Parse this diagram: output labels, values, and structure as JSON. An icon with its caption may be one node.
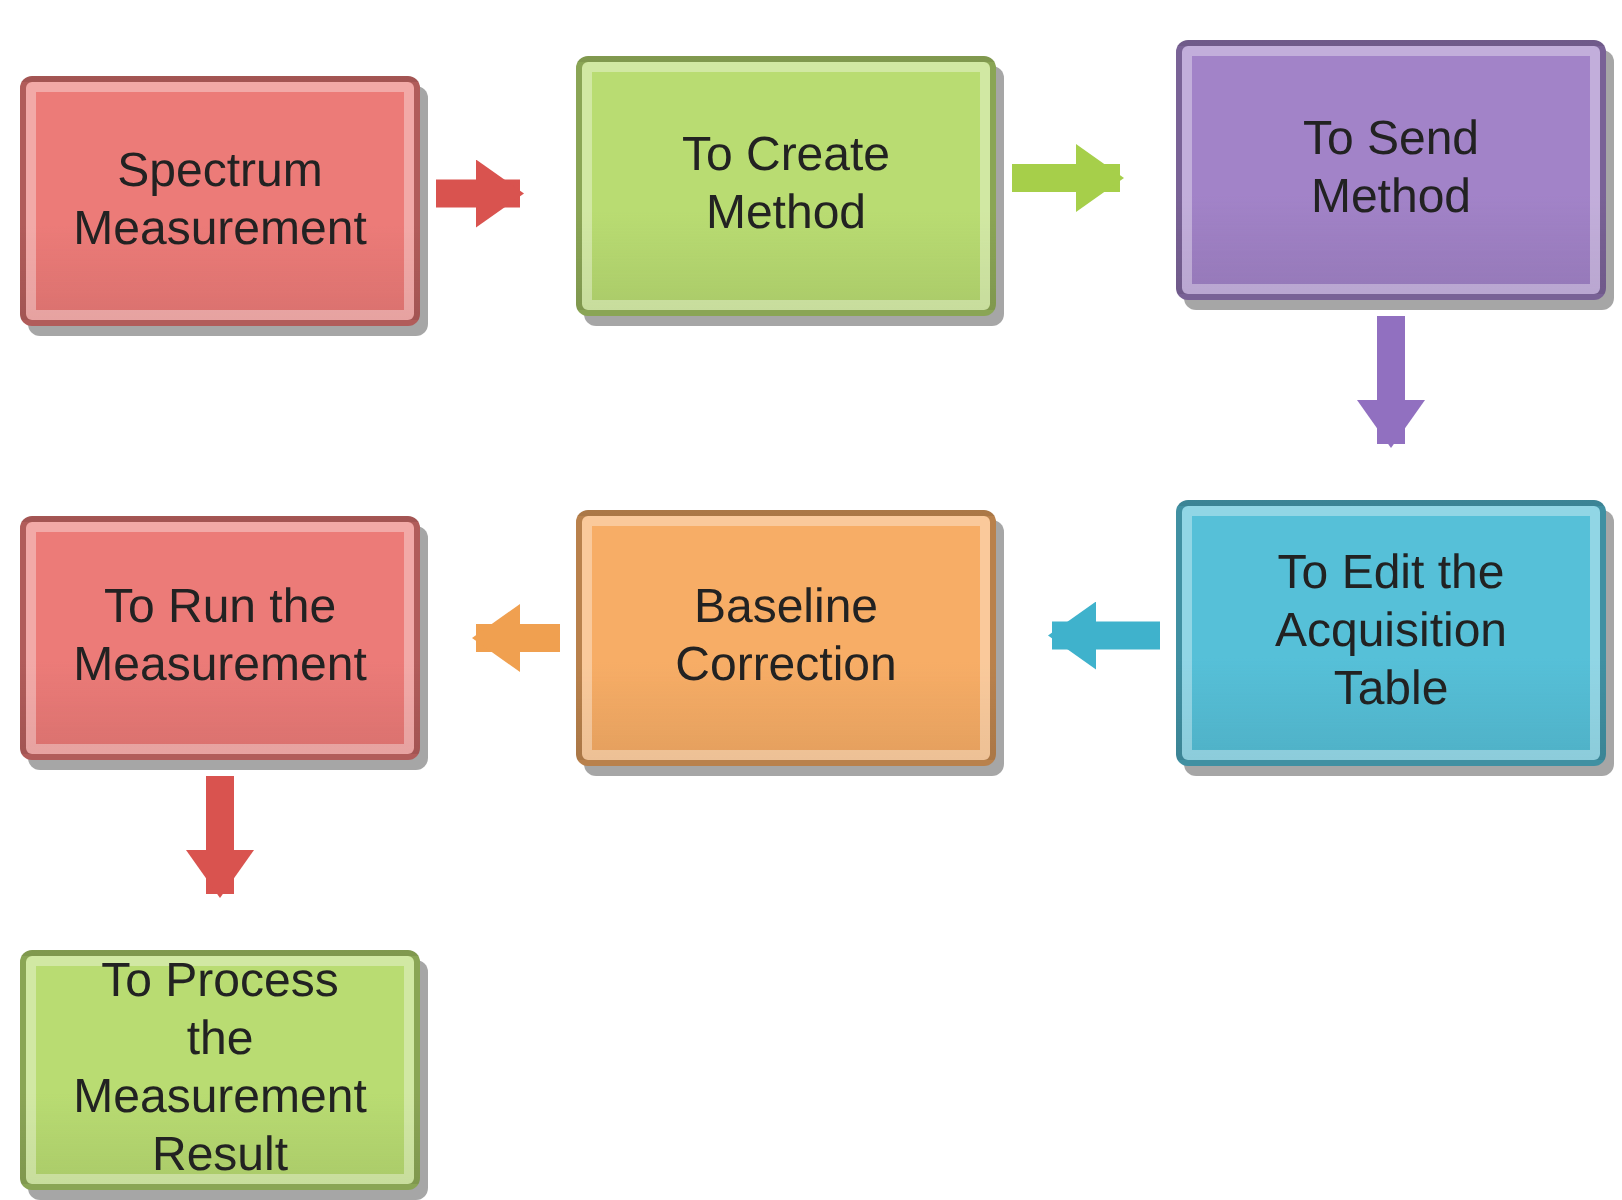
{
  "diagram": {
    "nodes": [
      {
        "text": [
          "Spectrum Measurement"
        ]
      },
      {
        "text": [
          "To Create Method"
        ]
      },
      {
        "text": [
          "To Send Method"
        ]
      },
      {
        "text": [
          "To Edit the Acquisition Table"
        ]
      },
      {
        "text": [
          "Baseline Correction"
        ]
      },
      {
        "text": [
          "To Run the Measurement"
        ]
      },
      {
        "text": [
          "To Process the Measurement Result"
        ]
      }
    ],
    "edges": [
      {
        "from": 0,
        "to": 1,
        "arrow": "to",
        "color": "#d9534f"
      },
      {
        "from": 1,
        "to": 2,
        "arrow": "to",
        "color": "#a6cf4a"
      },
      {
        "from": 2,
        "to": 3,
        "arrow": "to",
        "color": "#9170c0"
      },
      {
        "from": 3,
        "to": 4,
        "arrow": "to",
        "color": "#3fb2cc"
      },
      {
        "from": 4,
        "to": 5,
        "arrow": "to",
        "color": "#f0a050"
      },
      {
        "from": 5,
        "to": 6,
        "arrow": "to",
        "color": "#d9534f"
      }
    ]
  }
}
